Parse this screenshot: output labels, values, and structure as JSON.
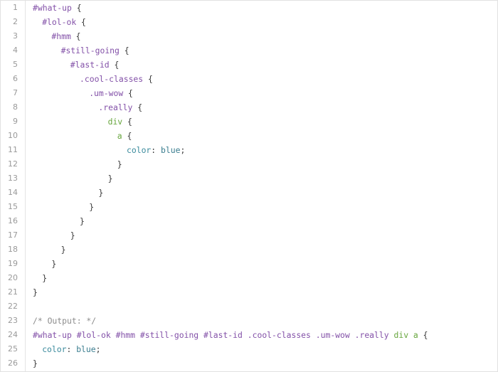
{
  "editor": {
    "lines": [
      {
        "number": "1",
        "indent": 0,
        "tokens": [
          {
            "t": "#what-up",
            "k": "selector"
          },
          {
            "t": " {",
            "k": "punct"
          }
        ]
      },
      {
        "number": "2",
        "indent": 1,
        "tokens": [
          {
            "t": "#lol-ok",
            "k": "selector"
          },
          {
            "t": " {",
            "k": "punct"
          }
        ]
      },
      {
        "number": "3",
        "indent": 2,
        "tokens": [
          {
            "t": "#hmm",
            "k": "selector"
          },
          {
            "t": " {",
            "k": "punct"
          }
        ]
      },
      {
        "number": "4",
        "indent": 3,
        "tokens": [
          {
            "t": "#still-going",
            "k": "selector"
          },
          {
            "t": " {",
            "k": "punct"
          }
        ]
      },
      {
        "number": "5",
        "indent": 4,
        "tokens": [
          {
            "t": "#last-id",
            "k": "selector"
          },
          {
            "t": " {",
            "k": "punct"
          }
        ]
      },
      {
        "number": "6",
        "indent": 5,
        "tokens": [
          {
            "t": ".cool-classes",
            "k": "selector"
          },
          {
            "t": " {",
            "k": "punct"
          }
        ]
      },
      {
        "number": "7",
        "indent": 6,
        "tokens": [
          {
            "t": ".um-wow",
            "k": "selector"
          },
          {
            "t": " {",
            "k": "punct"
          }
        ]
      },
      {
        "number": "8",
        "indent": 7,
        "tokens": [
          {
            "t": ".really",
            "k": "selector"
          },
          {
            "t": " {",
            "k": "punct"
          }
        ]
      },
      {
        "number": "9",
        "indent": 8,
        "tokens": [
          {
            "t": "div",
            "k": "tag"
          },
          {
            "t": " {",
            "k": "punct"
          }
        ]
      },
      {
        "number": "10",
        "indent": 9,
        "tokens": [
          {
            "t": "a",
            "k": "tag"
          },
          {
            "t": " {",
            "k": "punct"
          }
        ]
      },
      {
        "number": "11",
        "indent": 10,
        "tokens": [
          {
            "t": "color",
            "k": "prop"
          },
          {
            "t": ": ",
            "k": "punct"
          },
          {
            "t": "blue",
            "k": "value"
          },
          {
            "t": ";",
            "k": "punct"
          }
        ]
      },
      {
        "number": "12",
        "indent": 9,
        "tokens": [
          {
            "t": "}",
            "k": "punct"
          }
        ]
      },
      {
        "number": "13",
        "indent": 8,
        "tokens": [
          {
            "t": "}",
            "k": "punct"
          }
        ]
      },
      {
        "number": "14",
        "indent": 7,
        "tokens": [
          {
            "t": "}",
            "k": "punct"
          }
        ]
      },
      {
        "number": "15",
        "indent": 6,
        "tokens": [
          {
            "t": "}",
            "k": "punct"
          }
        ]
      },
      {
        "number": "16",
        "indent": 5,
        "tokens": [
          {
            "t": "}",
            "k": "punct"
          }
        ]
      },
      {
        "number": "17",
        "indent": 4,
        "tokens": [
          {
            "t": "}",
            "k": "punct"
          }
        ]
      },
      {
        "number": "18",
        "indent": 3,
        "tokens": [
          {
            "t": "}",
            "k": "punct"
          }
        ]
      },
      {
        "number": "19",
        "indent": 2,
        "tokens": [
          {
            "t": "}",
            "k": "punct"
          }
        ]
      },
      {
        "number": "20",
        "indent": 1,
        "tokens": [
          {
            "t": "}",
            "k": "punct"
          }
        ]
      },
      {
        "number": "21",
        "indent": 0,
        "tokens": [
          {
            "t": "}",
            "k": "punct"
          }
        ]
      },
      {
        "number": "22",
        "indent": 0,
        "tokens": []
      },
      {
        "number": "23",
        "indent": 0,
        "tokens": [
          {
            "t": "/* Output: */",
            "k": "comment"
          }
        ]
      },
      {
        "number": "24",
        "indent": 0,
        "tokens": [
          {
            "t": "#what-up #lol-ok #hmm #still-going #last-id .cool-classes .um-wow .really",
            "k": "selector"
          },
          {
            "t": " ",
            "k": "punct"
          },
          {
            "t": "div",
            "k": "tag"
          },
          {
            "t": " ",
            "k": "punct"
          },
          {
            "t": "a",
            "k": "tag"
          },
          {
            "t": " {",
            "k": "punct"
          }
        ]
      },
      {
        "number": "25",
        "indent": 1,
        "tokens": [
          {
            "t": "color",
            "k": "prop"
          },
          {
            "t": ": ",
            "k": "punct"
          },
          {
            "t": "blue",
            "k": "value"
          },
          {
            "t": ";",
            "k": "punct"
          }
        ]
      },
      {
        "number": "26",
        "indent": 0,
        "tokens": [
          {
            "t": "}",
            "k": "punct"
          }
        ]
      }
    ]
  },
  "colors": {
    "selector": "#8351a8",
    "tag": "#66a53c",
    "property": "#3a8a9c",
    "value": "#3a7d8f",
    "punctuation": "#3a3a3a",
    "comment": "#8c8c8c",
    "line_number": "#9a9a9a",
    "gutter_border": "#e4e4e4"
  }
}
